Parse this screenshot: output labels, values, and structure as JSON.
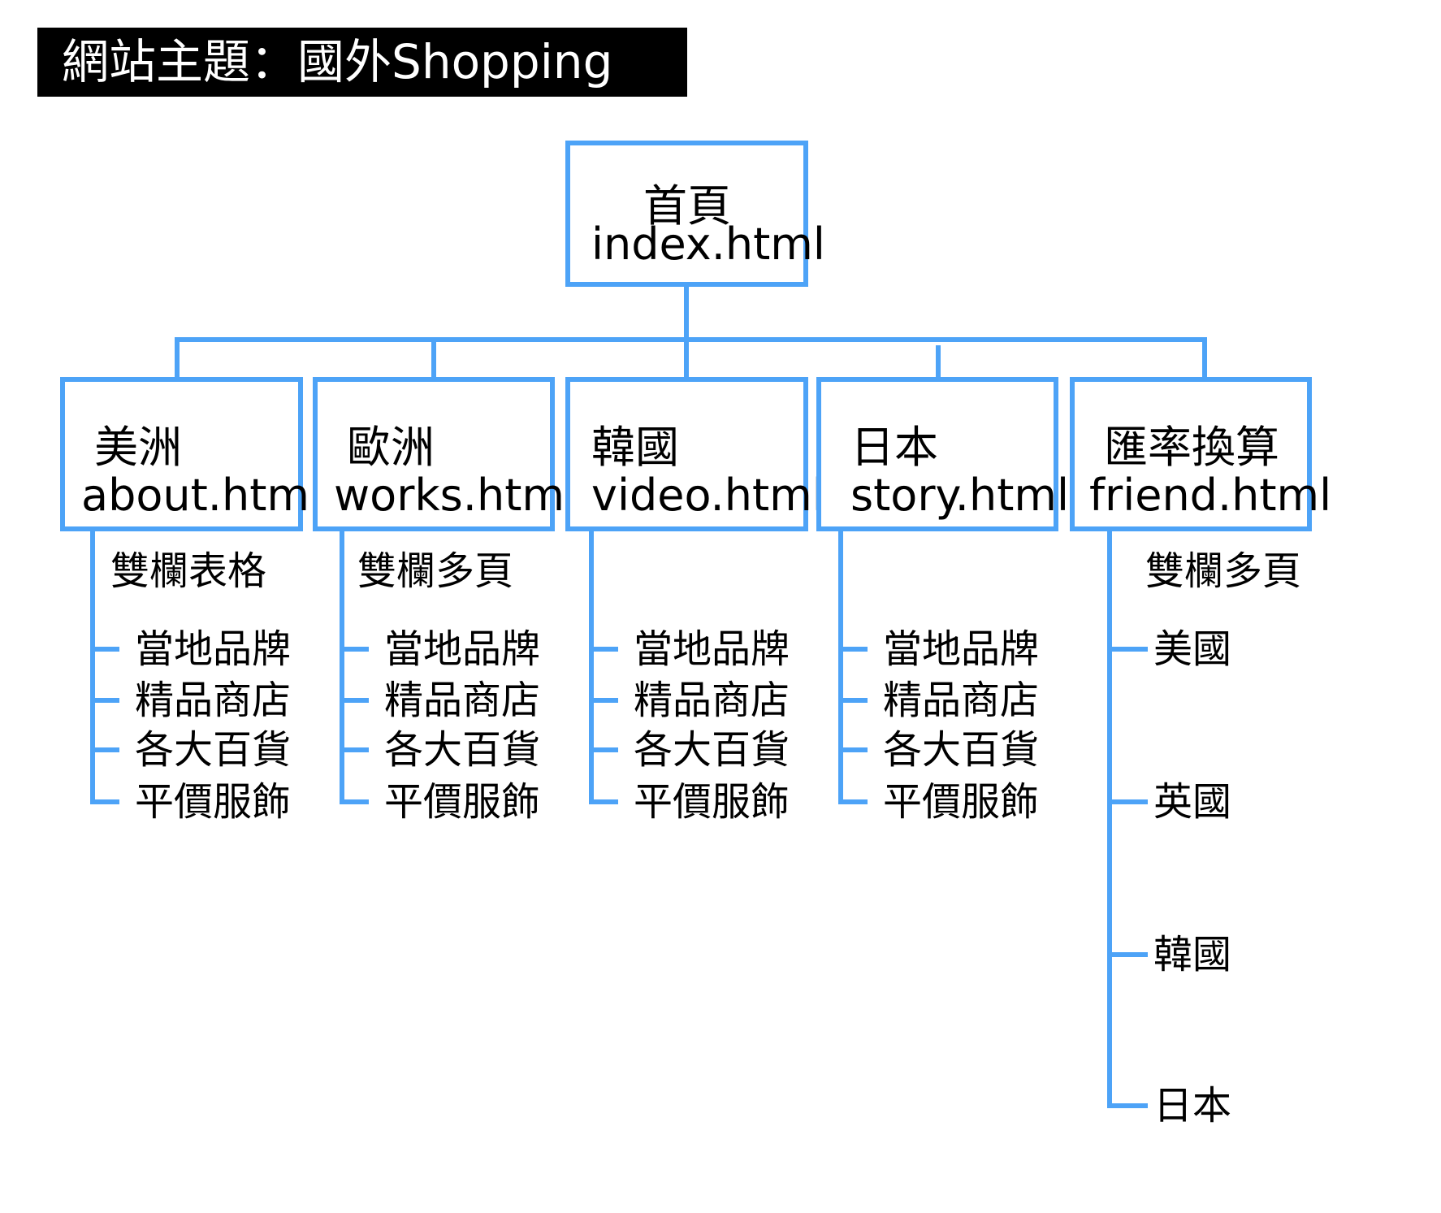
{
  "title": "網站主題：國外Shopping",
  "root": {
    "zh": "首頁",
    "file": "index.html"
  },
  "pages": [
    {
      "zh": "美洲",
      "file": "about.html",
      "layout": "雙欄表格",
      "items": [
        "當地品牌",
        "精品商店",
        "各大百貨",
        "平價服飾"
      ]
    },
    {
      "zh": "歐洲",
      "file": "works.html",
      "layout": "雙欄多頁",
      "items": [
        "當地品牌",
        "精品商店",
        "各大百貨",
        "平價服飾"
      ]
    },
    {
      "zh": "韓國",
      "file": "video.html",
      "items": [
        "當地品牌",
        "精品商店",
        "各大百貨",
        "平價服飾"
      ]
    },
    {
      "zh": "日本",
      "file": "story.html",
      "items": [
        "當地品牌",
        "精品商店",
        "各大百貨",
        "平價服飾"
      ]
    },
    {
      "zh": "匯率換算",
      "file": "friend.html",
      "layout": "雙欄多頁",
      "items": [
        "美國",
        "英國",
        "韓國",
        "日本"
      ]
    }
  ],
  "colors": {
    "line": "#4da3f7"
  }
}
